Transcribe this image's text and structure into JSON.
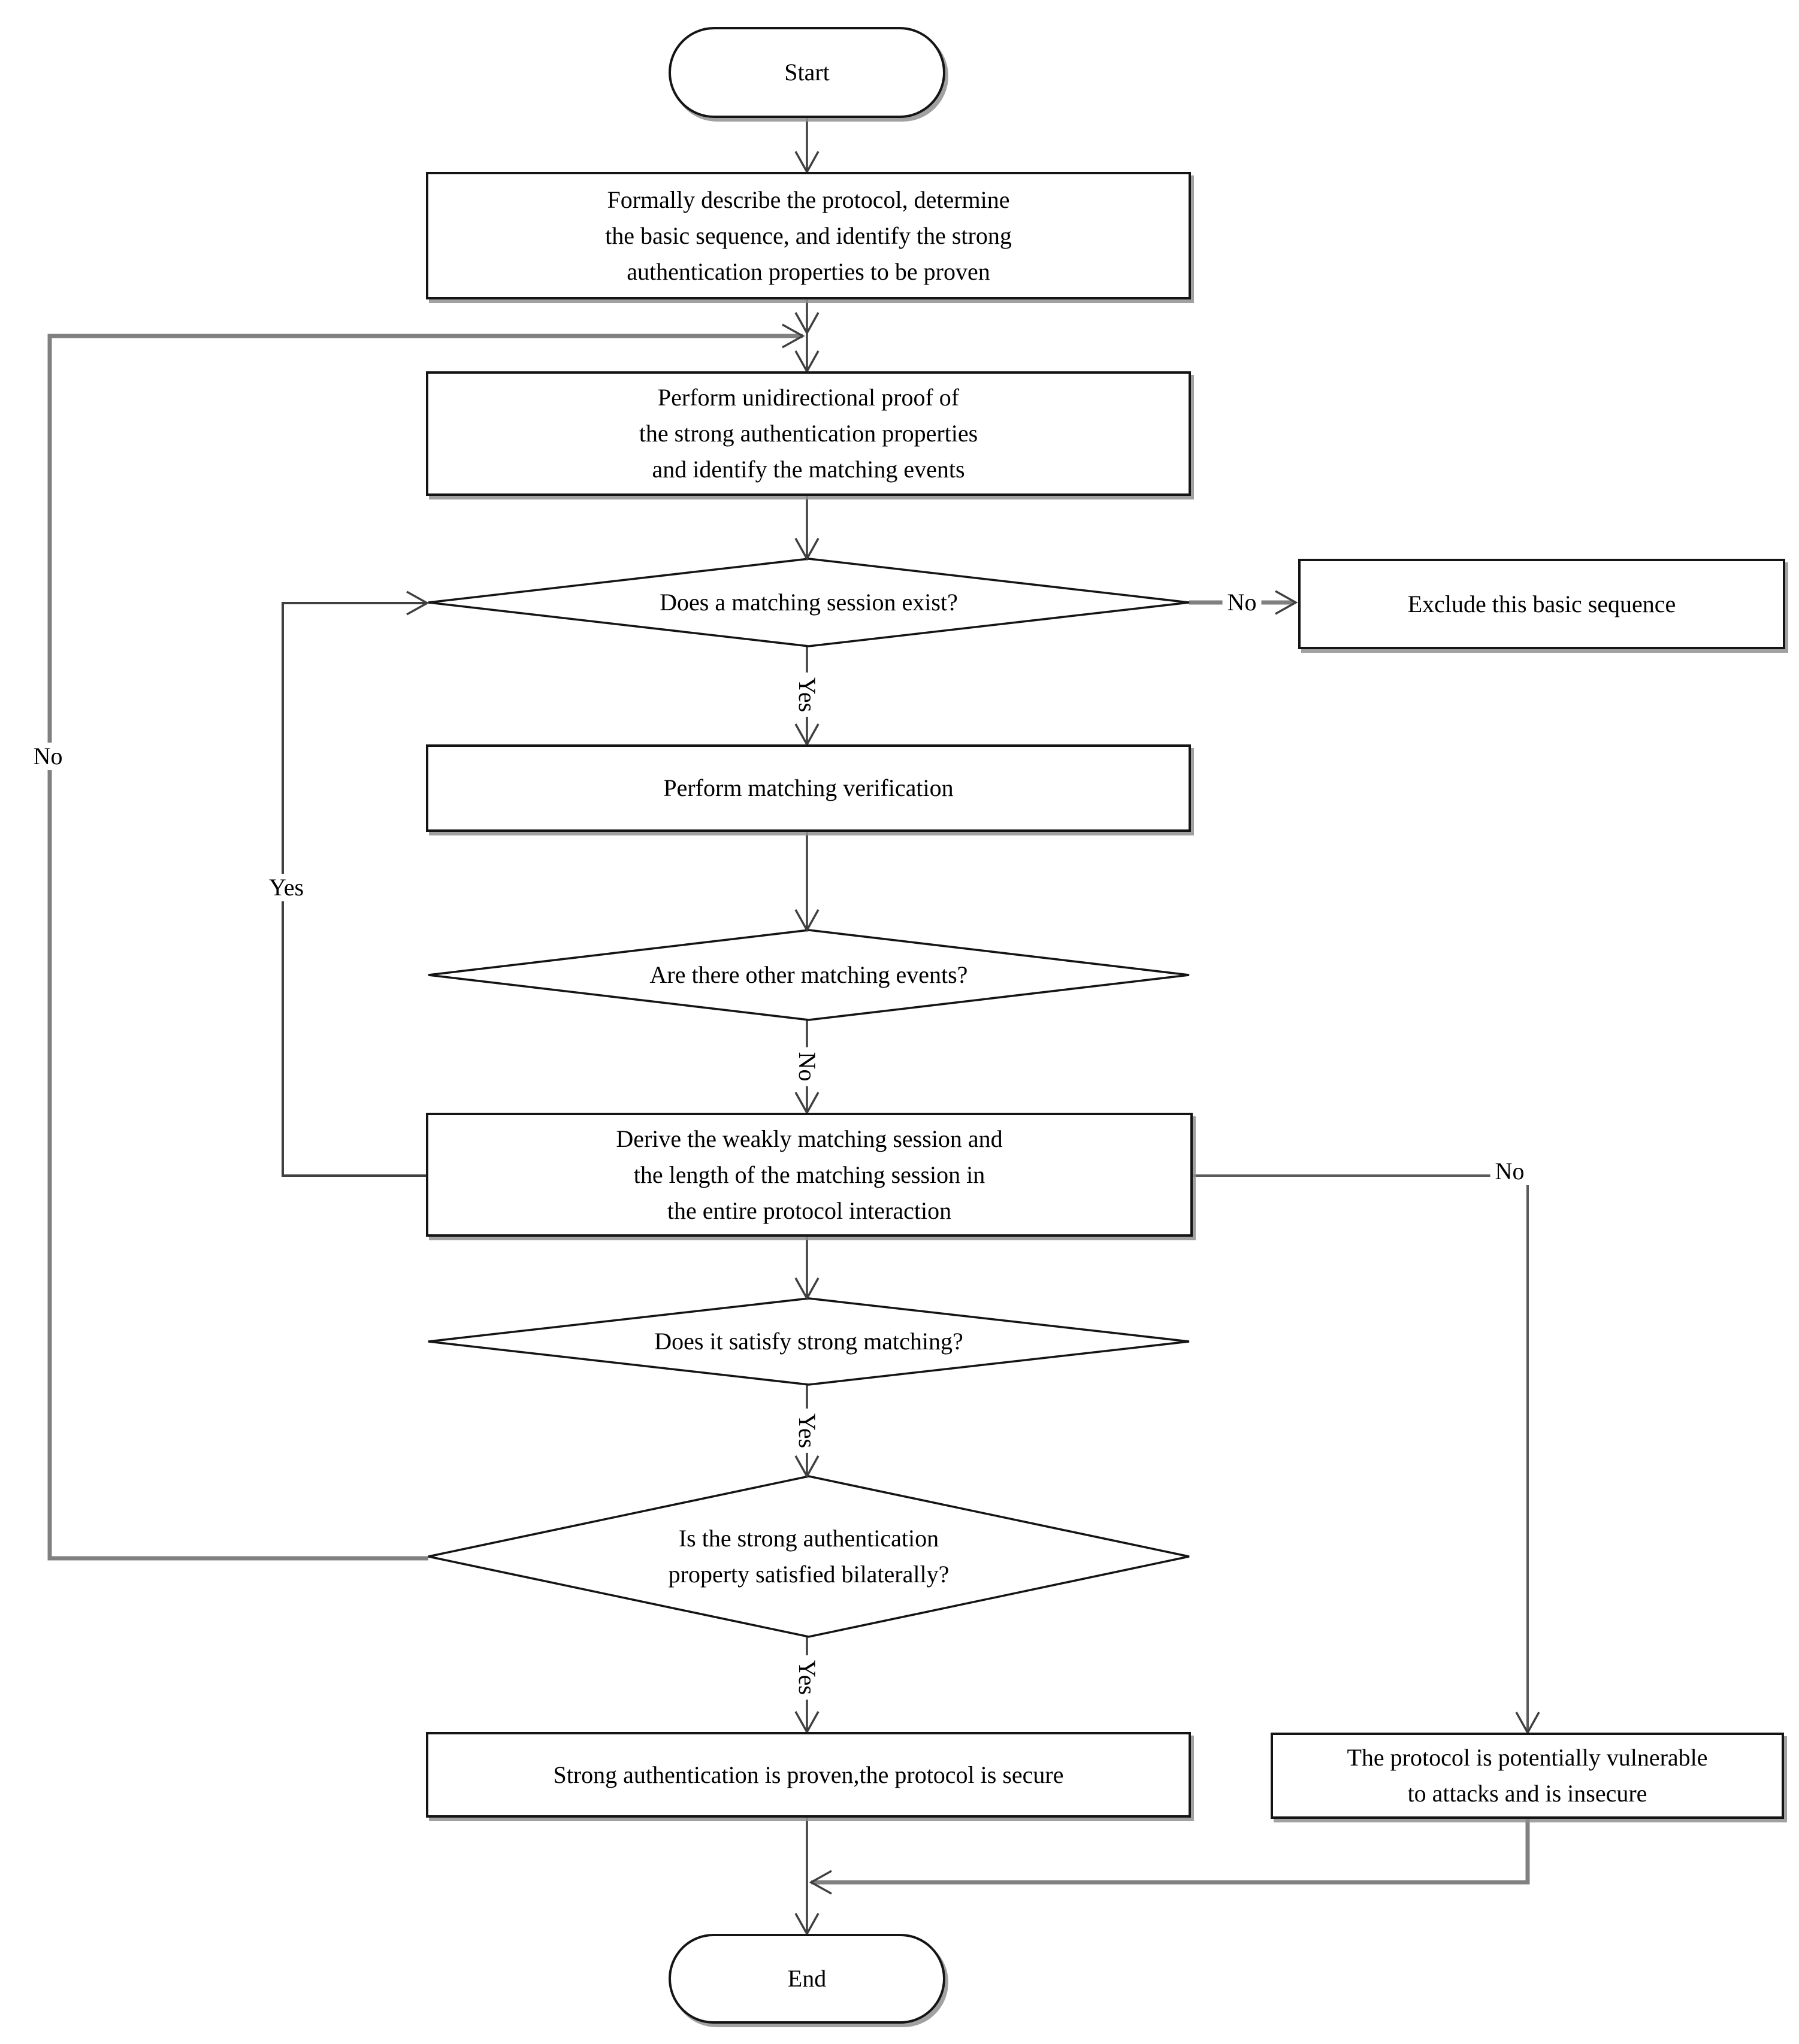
{
  "diagram": {
    "type": "flowchart",
    "background": "#ffffff",
    "colors": {
      "shape_border": "#141414",
      "line_dark": "#3f3f3f",
      "line_gray": "#808080",
      "shadow": "#919191",
      "text": "#000000"
    },
    "nodes": {
      "start": {
        "type": "terminator",
        "label": "Start"
      },
      "describe": {
        "type": "process",
        "lines": [
          "Formally describe the protocol, determine",
          "the basic sequence, and identify the strong",
          "authentication properties to be proven"
        ]
      },
      "unidirectional_proof": {
        "type": "process",
        "lines": [
          "Perform unidirectional proof of",
          "the strong authentication properties",
          "and identify the matching events"
        ]
      },
      "matching_session": {
        "type": "decision",
        "label": "Does a matching session exist?"
      },
      "exclude": {
        "type": "process",
        "label": "Exclude this basic sequence"
      },
      "matching_verification": {
        "type": "process",
        "label": "Perform matching verification"
      },
      "other_events": {
        "type": "decision",
        "label": "Are there other matching events?"
      },
      "derive": {
        "type": "process",
        "lines": [
          "Derive the weakly matching session and",
          "the length of the matching session in",
          "the entire protocol interaction"
        ]
      },
      "strong_matching": {
        "type": "decision",
        "label": "Does it satisfy strong matching?"
      },
      "bilateral": {
        "type": "decision",
        "lines": [
          "Is the strong authentication",
          "property satisfied bilaterally?"
        ]
      },
      "secure": {
        "type": "process",
        "label": "Strong authentication is proven,the protocol is secure"
      },
      "insecure": {
        "type": "process",
        "lines": [
          "The protocol is potentially vulnerable",
          "to attacks and is insecure"
        ]
      },
      "end": {
        "type": "terminator",
        "label": "End"
      }
    },
    "edge_labels": {
      "matching_session_no": "No",
      "matching_session_yes": "Yes",
      "other_events_no": "No",
      "derive_loop_yes": "Yes",
      "derive_no": "No",
      "strong_matching_yes": "Yes",
      "bilateral_yes": "Yes",
      "bilateral_no": "No"
    }
  }
}
